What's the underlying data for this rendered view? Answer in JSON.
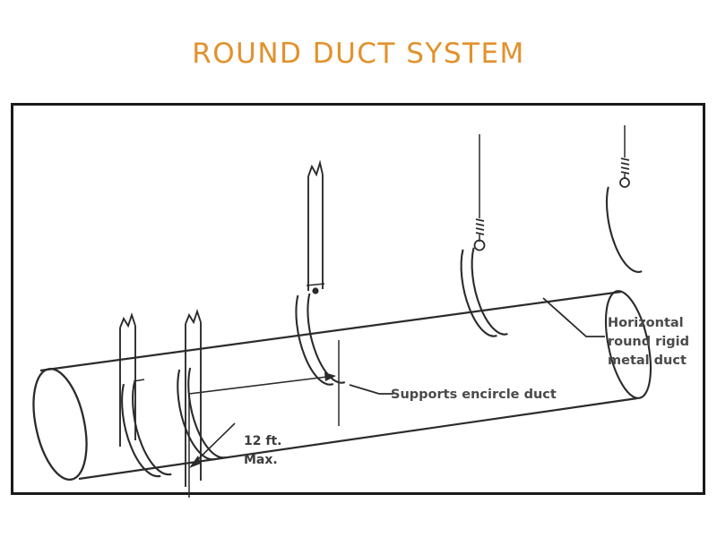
{
  "slide": {
    "title": "ROUND DUCT SYSTEM",
    "title_color": "#E2912B",
    "background_color": "#FFFFFF"
  },
  "figure": {
    "frame_border_color": "#1A1A1A",
    "line_color": "#2B2B2B",
    "callouts": [
      {
        "id": "duct-callout",
        "lines": [
          "Horizontal",
          "round rigid",
          "metal duct"
        ]
      },
      {
        "id": "supports-callout",
        "lines": [
          "Supports encircle duct"
        ]
      }
    ],
    "dimension": {
      "value_line_1": "12 ft.",
      "value_line_2": "Max."
    },
    "parts": {
      "strap_hanger_label": "flat-strap-hanger",
      "wire_hanger_label": "wire-hanger",
      "band_label": "encircling-band-support",
      "duct_label": "round-duct-body"
    }
  }
}
